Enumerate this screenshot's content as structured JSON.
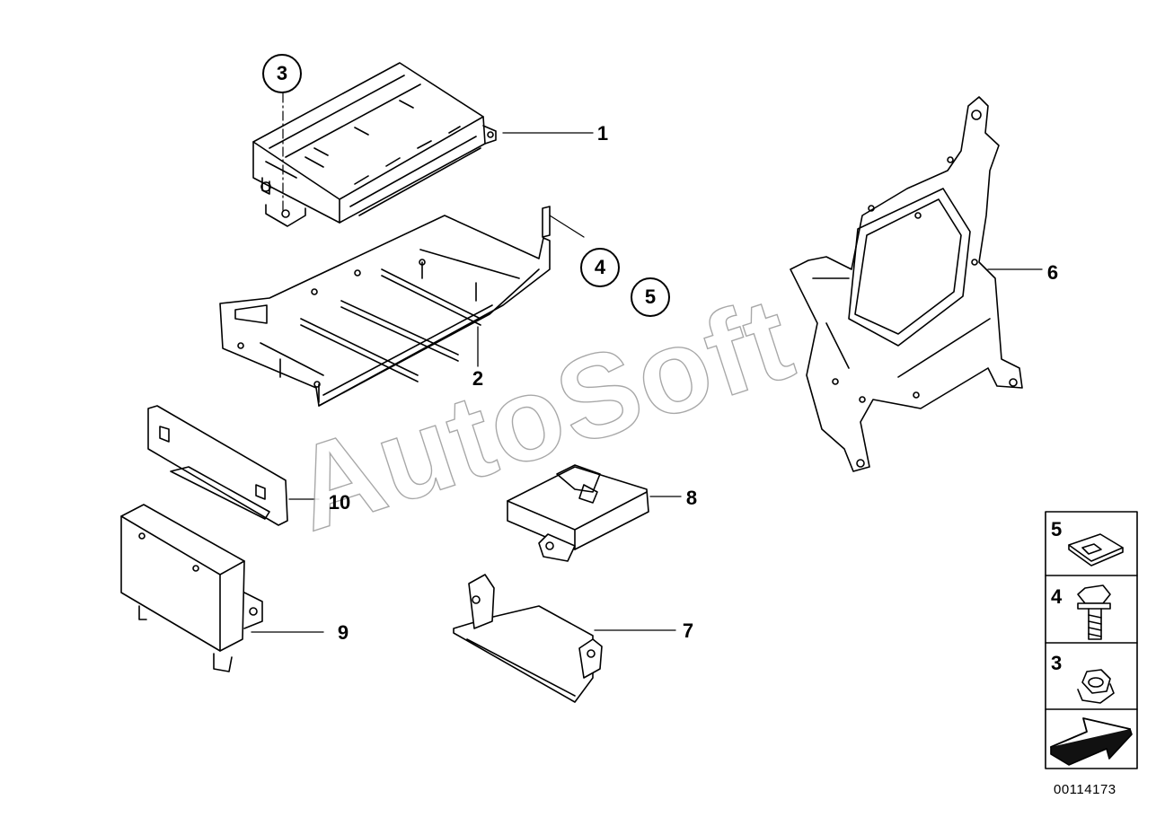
{
  "watermark": "AutoSoft",
  "diagram_number": "00114173",
  "callouts": {
    "c1": "1",
    "c2": "2",
    "c6": "6",
    "c7": "7",
    "c8": "8",
    "c9": "9",
    "c10": "10"
  },
  "bubbles": {
    "b3": "3",
    "b4": "4",
    "b5": "5"
  },
  "legend": {
    "l5": "5",
    "l4": "4",
    "l3": "3"
  }
}
